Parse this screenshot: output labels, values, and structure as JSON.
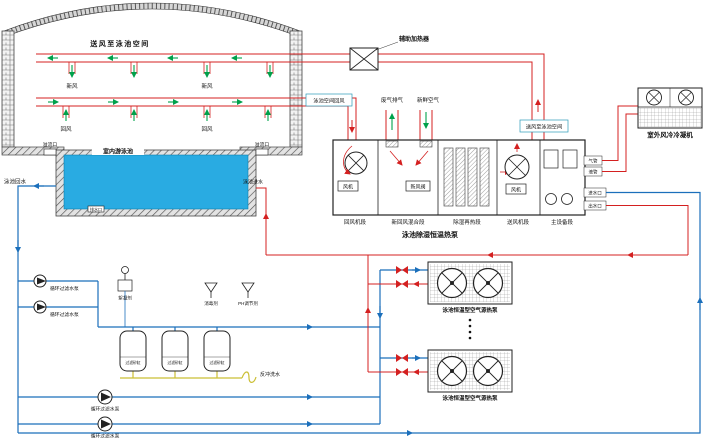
{
  "diagram": {
    "labels": {
      "supply_to_pool_space": "送风至泳池空间",
      "aux_heater": "辅助加热器",
      "fresh_air": "新风",
      "return_air": "回风",
      "pool_space_return_air": "泳池空间回风",
      "exhaust_air": "废气排气",
      "fresh_outdoor_air": "新鲜空气",
      "outdoor_condenser": "室外风冷冷凝机",
      "overflow_port": "溢流口",
      "indoor_pool": "室内游泳池",
      "pool_return_water": "泳池回水",
      "pool_supply_water": "泳池进水",
      "drain_port": "排水口",
      "fan": "风机",
      "fresh_air_valve": "新风阀",
      "sections": [
        "回风机段",
        "新回风混合段",
        "除湿再热段",
        "送风机段",
        "主设备段"
      ],
      "dehumid_heat_pump": "泳池除湿恒温热泵",
      "gas_pipe": "气管",
      "liquid_pipe": "液管",
      "water_inlet": "进水口",
      "water_outlet": "出水口",
      "air_source_heat_pump": "泳池恒温型空气源热泵",
      "circulation_pump": "循环过滤水泵",
      "flocculant": "絮凝剂",
      "disinfectant": "消毒剂",
      "ph_adjuster": "PH调节剂",
      "filter_tank": "过滤砂缸",
      "backwash_water": "反冲洗水"
    },
    "colors": {
      "air_duct": "#d42020",
      "water_pipe": "#1b6fbb",
      "hot_water_pipe": "#d42020",
      "backwash_pipe": "#cbbf35",
      "airflow_arrow": "#00a14b",
      "pool_water": "#29abe2"
    }
  }
}
